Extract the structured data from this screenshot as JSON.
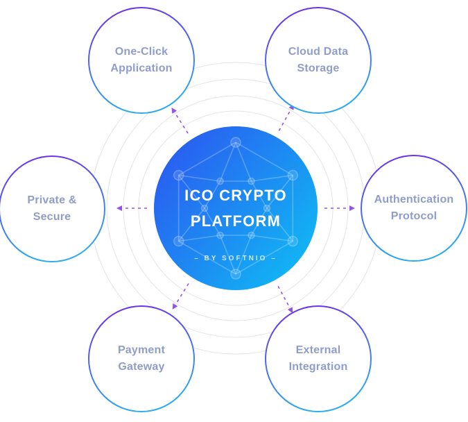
{
  "diagram": {
    "center": {
      "title_line1": "ICO CRYPTO",
      "title_line2": "PLATFORM",
      "subtitle": "– BY SOFTNIO –"
    },
    "satellites": [
      {
        "id": "one-click-application",
        "label_line1": "One-Click",
        "label_line2": "Application"
      },
      {
        "id": "cloud-data-storage",
        "label_line1": "Cloud Data",
        "label_line2": "Storage"
      },
      {
        "id": "private-secure",
        "label_line1": "Private &",
        "label_line2": "Secure"
      },
      {
        "id": "authentication-protocol",
        "label_line1": "Authentication",
        "label_line2": "Protocol"
      },
      {
        "id": "payment-gateway",
        "label_line1": "Payment",
        "label_line2": "Gateway"
      },
      {
        "id": "external-integration",
        "label_line1": "External",
        "label_line2": "Integration"
      }
    ],
    "colors": {
      "center_gradient_start": "#2c56f0",
      "center_gradient_end": "#0fbdf4",
      "satellite_stroke_top": "#7326e8",
      "satellite_stroke_bottom": "#2aa9f0",
      "orbit_ring": "#e4e4e6",
      "arrow": "#9254e8",
      "label_text": "#8f9dcb"
    }
  }
}
